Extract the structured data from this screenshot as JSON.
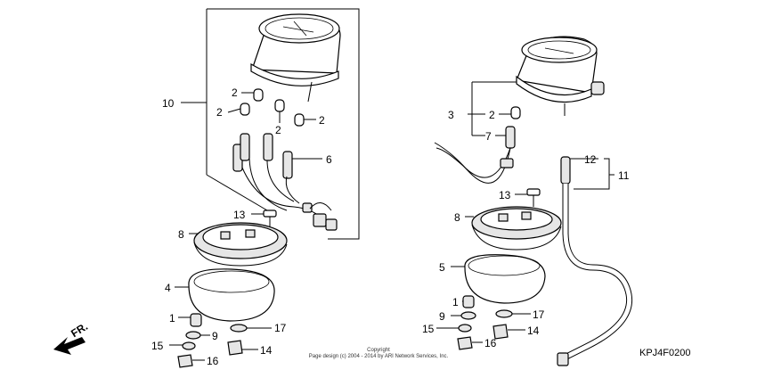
{
  "diagram": {
    "callouts": {
      "left_10": "10",
      "left_2a": "2",
      "left_2b": "2",
      "left_2c": "2",
      "left_2d": "2",
      "left_6": "6",
      "left_13": "13",
      "left_8": "8",
      "left_4": "4",
      "left_1": "1",
      "left_9": "9",
      "left_17": "17",
      "left_15": "15",
      "left_14": "14",
      "left_16": "16",
      "right_3": "3",
      "right_2": "2",
      "right_7": "7",
      "right_13": "13",
      "right_8": "8",
      "right_5": "5",
      "right_1": "1",
      "right_9": "9",
      "right_17": "17",
      "right_15": "15",
      "right_14": "14",
      "right_16": "16",
      "right_12": "12",
      "right_11": "11"
    },
    "direction_label": "FR.",
    "diagram_code": "KPJ4F0200",
    "copyright_line1": "Copyright",
    "copyright_line2": "Page design (c) 2004 - 2014 by ARI Network Services, Inc."
  }
}
